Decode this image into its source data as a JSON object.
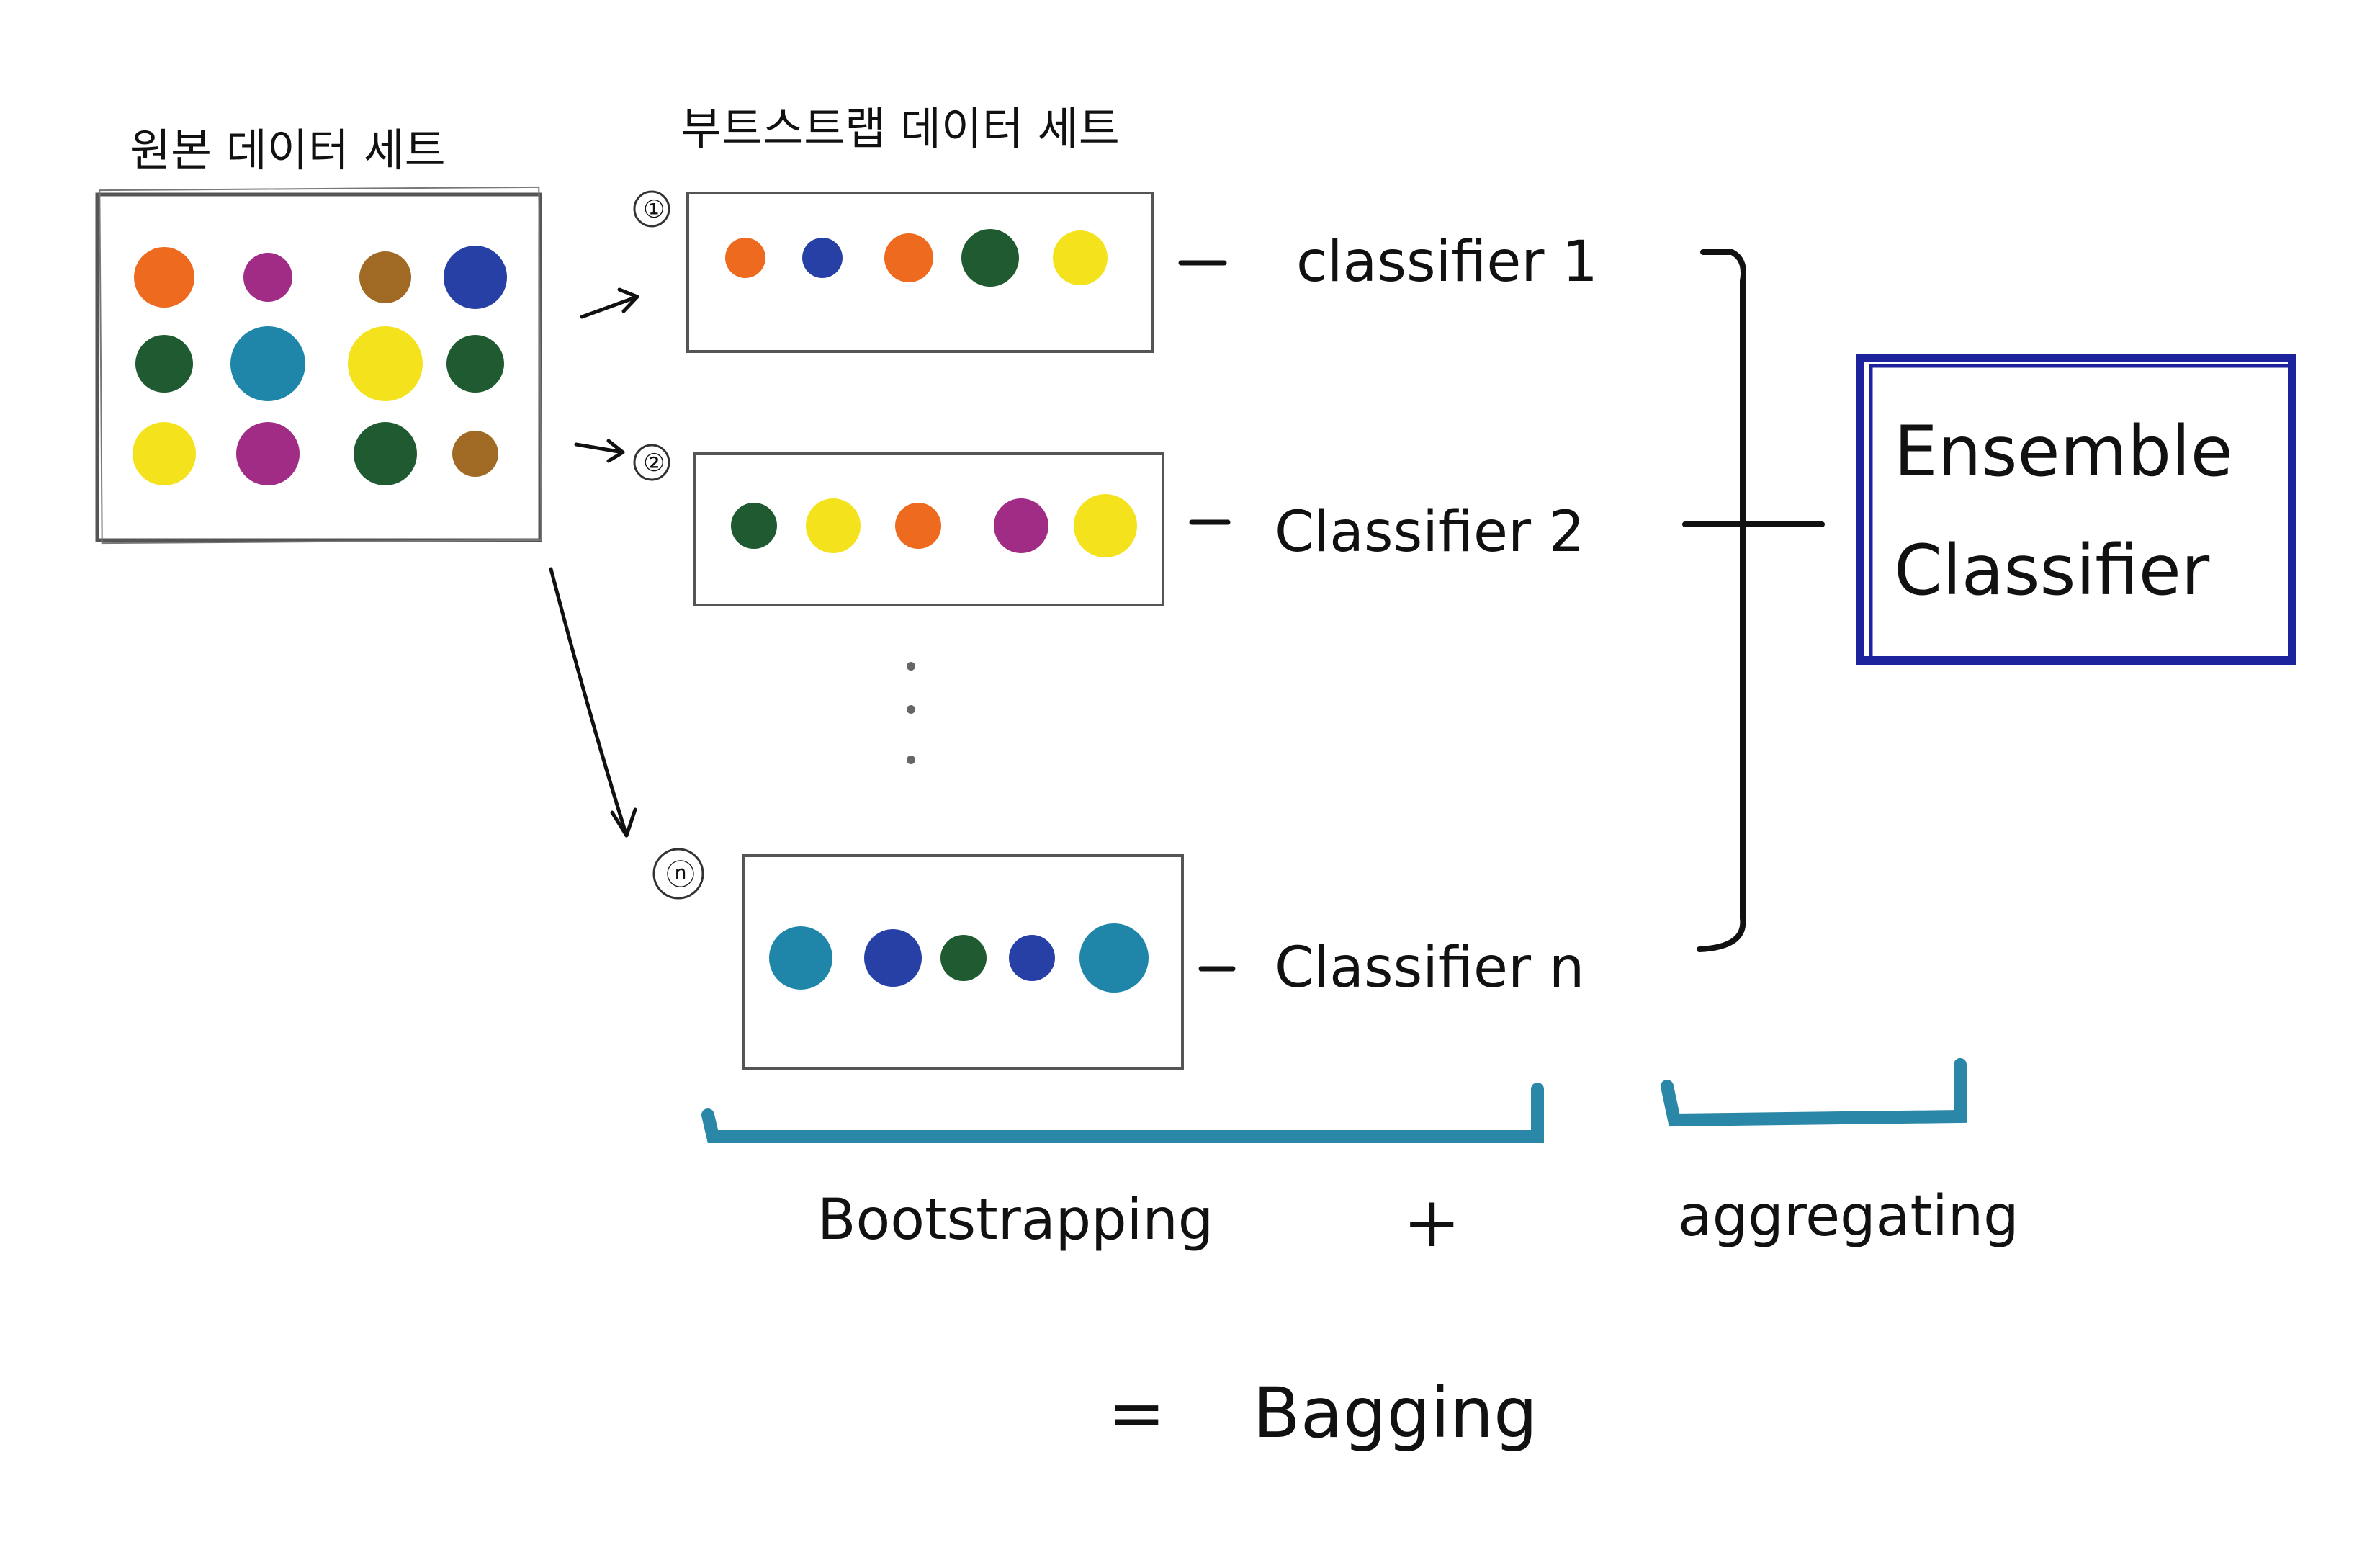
{
  "titles": {
    "original": "원본 데이터 세트",
    "bootstrap": "부트스트랩 데이터 세트"
  },
  "markers": [
    "①",
    "②",
    "ⓝ"
  ],
  "original_dataset": {
    "dots": [
      [
        "#ee6a1f",
        "#a02c85",
        "#a06a25",
        "#2740a6"
      ],
      [
        "#1f5a30",
        "#1f86aa",
        "#f4e31c",
        "#1f5a30"
      ],
      [
        "#f4e31c",
        "#a02c85",
        "#1f5a30",
        "#a06a25"
      ]
    ]
  },
  "bootstrap_sets": [
    {
      "dots": [
        "#ee6a1f",
        "#2740a6",
        "#ee6a1f",
        "#1f5a30",
        "#f4e31c"
      ]
    },
    {
      "dots": [
        "#1f5a30",
        "#f4e31c",
        "#ee6a1f",
        "#a02c85",
        "#f4e31c"
      ]
    },
    {
      "dots": [
        "#1f86aa",
        "#2740a6",
        "#1f5a30",
        "#2740a6",
        "#1f86aa"
      ]
    }
  ],
  "classifiers": [
    "classifier 1",
    "Classifier 2",
    "Classifier n"
  ],
  "ensemble": {
    "line1": "Ensemble",
    "line2": "Classifier",
    "border_color": "#1c239c"
  },
  "brace_color": "#2a87a8",
  "bottom": {
    "bootstrapping": "Bootstrapping",
    "plus": "+",
    "aggregating": "aggregating",
    "equals": "=",
    "bagging": "Bagging"
  }
}
